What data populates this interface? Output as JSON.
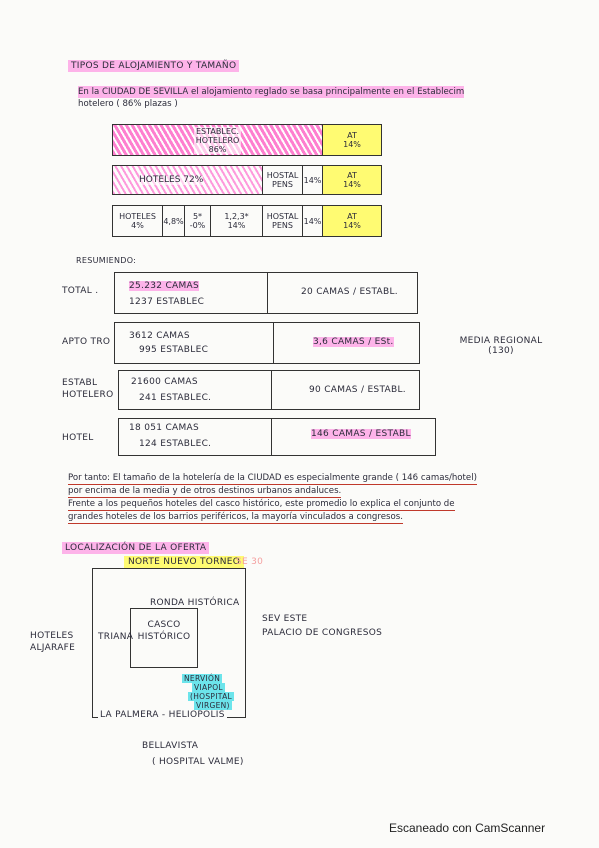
{
  "section1": {
    "heading": "TIPOS DE ALOJAMIENTO Y TAMAÑO",
    "intro_line1": "En la CIUDAD DE SEVILLA el alojamiento reglado se basa principalmente en el Establecim",
    "intro_line2": "hotelero ( 86% plazas )"
  },
  "bar1": {
    "seg1_line1": "ESTABLEC.",
    "seg1_line2": "HOTELERO",
    "seg1_line3": "86%",
    "seg2_label": "AT",
    "seg2_value": "14%"
  },
  "bar2": {
    "seg1": "HOTELES 72%",
    "seg2_line1": "HOSTAL",
    "seg2_line2": "PENS",
    "seg2_value": "14%",
    "seg3_label": "AT",
    "seg3_value": "14%"
  },
  "bar3": {
    "seg1_line1": "HOTELES",
    "seg1_line2": "4%",
    "seg1_value": "4,8%",
    "seg2_line1": "5*",
    "seg2_line2": "-0%",
    "seg3_line1": "1,2,3*",
    "seg3_line2": "14%",
    "seg4_line1": "HOSTAL",
    "seg4_line2": "PENS",
    "seg4_value": "14%",
    "seg5_label": "AT",
    "seg5_value": "14%"
  },
  "summary": {
    "heading": "RESUMIENDO:",
    "rows": [
      {
        "label_line1": "TOTAL .",
        "label_line2": "",
        "line1": "25.232 CAMAS",
        "line2": "1237 ESTABLEC",
        "ratio": "20 CAMAS / ESTABL."
      },
      {
        "label_line1": "APTO TRO",
        "label_line2": "",
        "line1": "3612 CAMAS",
        "line2": "995 ESTABLEC",
        "ratio": "3,6 CAMAS / ESt."
      },
      {
        "label_line1": "ESTABL",
        "label_line2": "HOTELERO",
        "line1": "21600 CAMAS",
        "line2": "241 ESTABLEC.",
        "ratio": "90 CAMAS / ESTABL."
      },
      {
        "label_line1": "HOTEL",
        "label_line2": "",
        "line1": "18 051 CAMAS",
        "line2": "124 ESTABLEC.",
        "ratio": "146 CAMAS / ESTABL"
      }
    ],
    "side_note_line1": "MEDIA REGIONAL",
    "side_note_line2": "(130)"
  },
  "conclusion": {
    "line1": "Por tanto: El tamaño de la hotelería de la CIUDAD es especialmente grande ( 146 camas/hotel)",
    "line2": "por encima de la media y de otros destinos urbanos andaluces.",
    "line3": "Frente a los pequeños hoteles del casco histórico, este promedio lo explica el conjunto de",
    "line4": "grandes hoteles de los barrios periféricos, la mayoría vinculados a congresos."
  },
  "section2": {
    "heading": "LOCALIZACIÓN DE LA OFERTA",
    "map_top_label": "NORTE NUEVO TORNEO",
    "map_top_extra": "SE 30",
    "ronda": "RONDA HISTÓRICA",
    "casco_line1": "CASCO",
    "casco_line2": "HISTÓRICO",
    "triana": "TRIANA",
    "aljarafe_line1": "HOTELES",
    "aljarafe_line2": "ALJARAFE",
    "sev_este": "SEV ESTE",
    "palacio": "PALACIO DE CONGRESOS",
    "nervion_line1": "NERVIÓN",
    "nervion_line2": "VIAPOL",
    "nervion_line3": "(HOSPITAL",
    "nervion_line4": "VIRGEN)",
    "palmera": "LA PALMERA - HELIOPOLIS",
    "bellavista": "BELLAVISTA",
    "hospital_valme": "( HOSPITAL VALME)"
  },
  "footer": {
    "scanner": "Escaneado con CamScanner"
  }
}
